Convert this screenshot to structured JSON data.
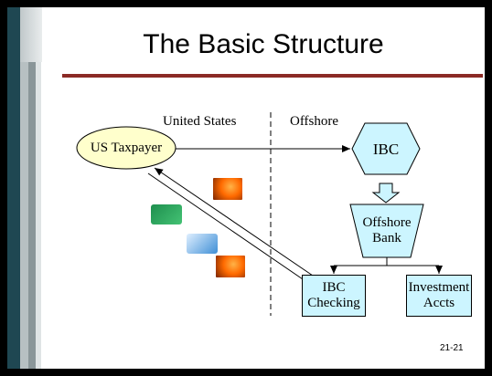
{
  "slide": {
    "title": "The Basic Structure",
    "slide_number": "21-21"
  },
  "regions": {
    "left_label": "United States",
    "right_label": "Offshore"
  },
  "nodes": {
    "taxpayer": "US Taxpayer",
    "ibc": "IBC",
    "bank_line1": "Offshore",
    "bank_line2": "Bank",
    "checking_line1": "IBC",
    "checking_line2": "Checking",
    "investment_line1": "Investment",
    "investment_line2": "Accts"
  },
  "colors": {
    "title_rule": "#8b2a25",
    "node_fill": "#ccf5ff",
    "taxpayer_fill": "#ffffcc"
  },
  "icons": [
    "power-tower-photo-icon",
    "credit-card-green-icon",
    "credit-card-blue-icon",
    "power-tower-photo-icon"
  ]
}
